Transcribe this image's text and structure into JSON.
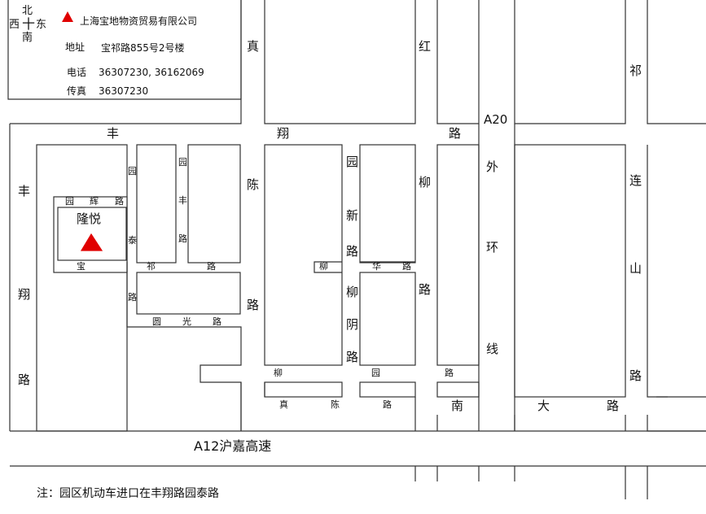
{
  "colors": {
    "marker": "#e00000",
    "line": "#333333",
    "background": "#ffffff"
  },
  "legend": {
    "icon": "red-triangle-marker-icon",
    "company": "上海宝地物资贸易有限公司",
    "address_label": "地址",
    "address": "宝祁路855号2号楼",
    "phone_label": "电话",
    "phone": "36307230, 36162069",
    "fax_label": "传真",
    "fax": "36307230"
  },
  "compass": {
    "north": "北",
    "west": "西",
    "east": "东",
    "south": "南",
    "cross": "十"
  },
  "site": {
    "name": "隆悦",
    "icon": "red-triangle-marker-icon"
  },
  "roads": {
    "fengxiang_1": "丰",
    "fengxiang_2": "翔",
    "fengxiang_3": "路",
    "fengxiang_v1": "丰",
    "fengxiang_v2": "翔",
    "fengxiang_v3": "路",
    "zhenchen_1": "真",
    "zhenchen_2": "陈",
    "zhenchen_3": "路",
    "hongliu_1": "红",
    "hongliu_2": "柳",
    "hongliu_3": "路",
    "a20": "A20",
    "waihuan_1": "外",
    "waihuan_2": "环",
    "waihuan_3": "线",
    "qilianshan_1": "祁",
    "qilianshan_2": "连",
    "qilianshan_3": "山",
    "qilianshan_4": "路",
    "yuanhui_1": "园",
    "yuanhui_2": "辉",
    "yuanhui_3": "路",
    "yuantai_1": "园",
    "yuantai_2": "泰",
    "yuantai_3": "路",
    "yuanfeng_1": "园",
    "yuanfeng_2": "丰",
    "yuanfeng_3": "路",
    "baoqi_1": "宝",
    "baoqi_2": "祁",
    "baoqi_3": "路",
    "yuanguang_1": "圆",
    "yuanguang_2": "光",
    "yuanguang_3": "路",
    "yuanxin_1": "园",
    "yuanxin_2": "新",
    "yuanxin_3": "路",
    "liuhua_1": "柳",
    "liuhua_2": "华",
    "liuhua_3": "路",
    "liuyin_1": "柳",
    "liuyin_2": "阴",
    "liuyin_3": "路",
    "liuyuan_1": "柳",
    "liuyuan_2": "园",
    "liuyuan_3": "路",
    "zhenchen_s1": "真",
    "zhenchen_s2": "陈",
    "zhenchen_s3": "路",
    "nanda_1": "南",
    "nanda_2": "大",
    "nanda_3": "路",
    "a12": "A12沪嘉高速"
  },
  "note": "注：园区机动车进口在丰翔路园泰路"
}
